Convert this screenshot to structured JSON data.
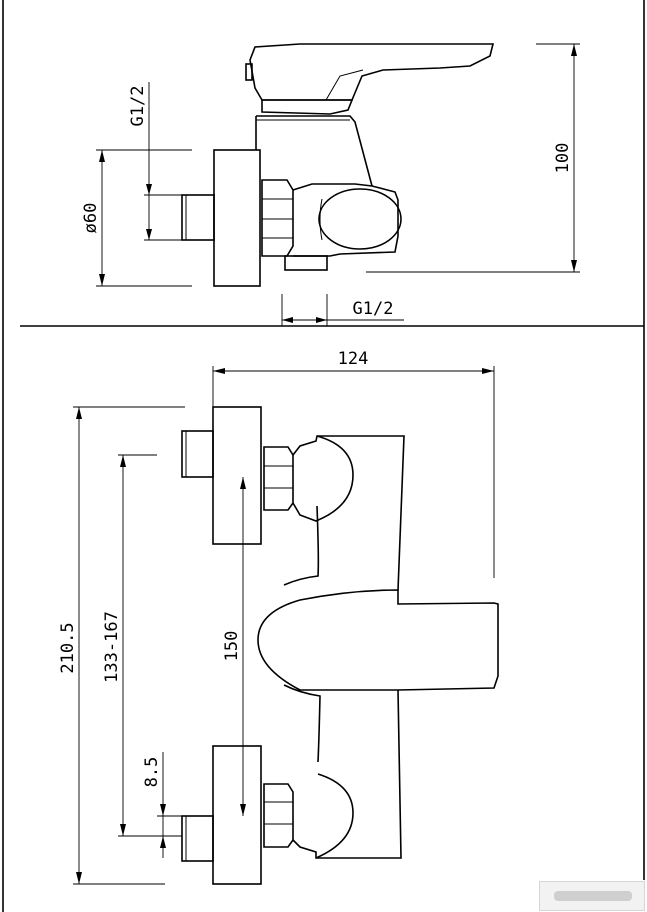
{
  "side_view": {
    "dim_inlet_thread": "G1/2",
    "dim_flange_diameter": "ø60",
    "dim_outlet_thread": "G1/2",
    "dim_height": "100"
  },
  "front_view": {
    "dim_overall_width": "124",
    "dim_overall_height": "210.5",
    "dim_adjustable_centers": "133-167",
    "dim_nominal_centers": "150",
    "dim_eccentric_offset": "8.5"
  }
}
